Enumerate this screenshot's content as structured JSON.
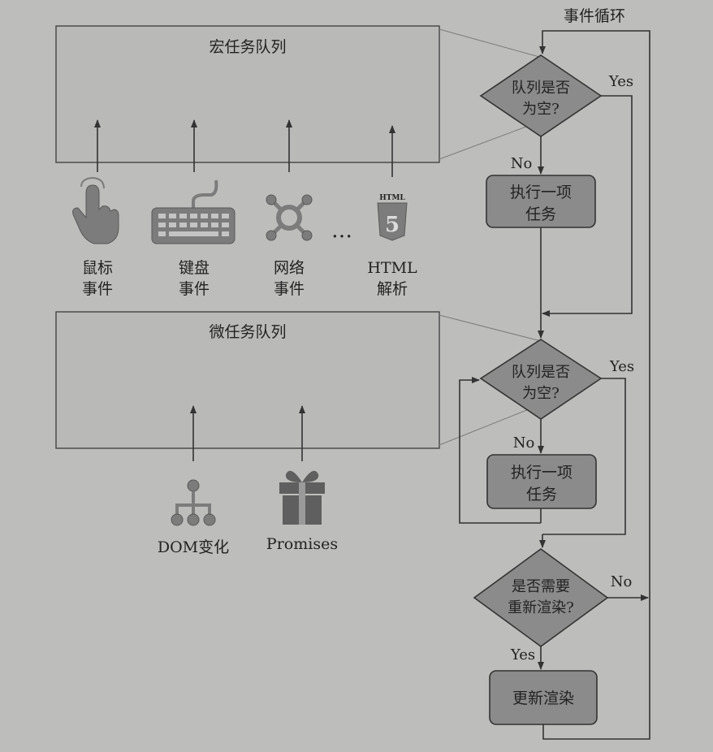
{
  "title": "事件循环",
  "macro_queue": {
    "label": "宏任务队列",
    "sources": [
      {
        "icon": "mouse-pointer-hand-icon",
        "line1": "鼠标",
        "line2": "事件"
      },
      {
        "icon": "keyboard-icon",
        "line1": "键盘",
        "line2": "事件"
      },
      {
        "icon": "network-icon",
        "line1": "网络",
        "line2": "事件"
      },
      {
        "icon": "html5-icon",
        "line1": "HTML",
        "line2": "解析"
      }
    ],
    "ellipsis": "…",
    "html5_badge": "HTML",
    "html5_number": "5"
  },
  "micro_queue": {
    "label": "微任务队列",
    "sources": [
      {
        "icon": "dom-tree-icon",
        "label": "DOM变化"
      },
      {
        "icon": "gift-box-icon",
        "label": "Promises"
      }
    ]
  },
  "flow": {
    "decision_macro": {
      "line1": "队列是否",
      "line2": "为空?"
    },
    "process_macro": {
      "line1": "执行一项",
      "line2": "任务"
    },
    "decision_micro": {
      "line1": "队列是否",
      "line2": "为空?"
    },
    "process_micro": {
      "line1": "执行一项",
      "line2": "任务"
    },
    "decision_render": {
      "line1": "是否需要",
      "line2": "重新渲染?"
    },
    "process_render": {
      "label": "更新渲染"
    },
    "yes": "Yes",
    "no": "No"
  }
}
